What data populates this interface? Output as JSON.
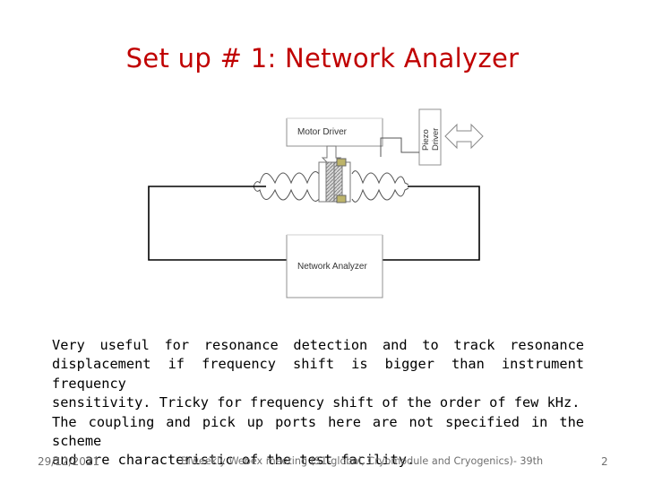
{
  "slide": {
    "title": "Set up # 1: Network Analyzer",
    "diagram": {
      "motor_driver_label": "Motor Driver",
      "piezo_driver_label": [
        "Piezo",
        "Driver"
      ],
      "network_analyzer_label": "Network Analyzer"
    },
    "body_lines": [
      "Very useful for resonance detection and to track resonance",
      "displacement if frequency shift is bigger than instrument frequency",
      "sensitivity. Tricky for frequency shift of the order of few kHz.",
      "The coupling and pick up ports here are not specified in the scheme",
      "and are characteristic of the test facility."
    ],
    "footer": {
      "date": "29/12/2021",
      "center": "Biweekly Webex meeting (S1-global, Cryomodule and Cryogenics)- 39th",
      "page_number": "2"
    }
  }
}
